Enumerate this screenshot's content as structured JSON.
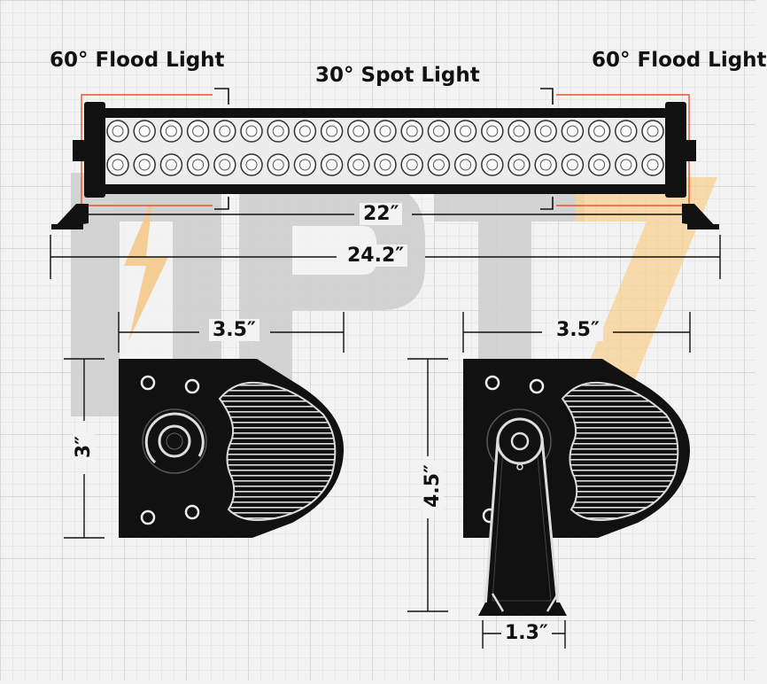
{
  "labels": {
    "flood_left": "60° Flood Light",
    "spot": "30° Spot Light",
    "flood_right": "60° Flood Light"
  },
  "dimensions": {
    "inner_length": "22″",
    "overall_length": "24.2″",
    "bracket_width_left": "3.5″",
    "bracket_width_right": "3.5″",
    "bracket_height": "3″",
    "mounted_height": "4.5″",
    "mount_foot_width": "1.3″"
  },
  "led_bar": {
    "rows": 2,
    "leds_per_row": 21
  },
  "colors": {
    "background": "#f3f3f3",
    "grid": "#d6d6d6",
    "grid_major": "#c4c4c4",
    "ink": "#111111",
    "flood_outline": "#e8562c",
    "watermark_gray": "#c9c9c9",
    "watermark_orange": "#f6c27a"
  }
}
